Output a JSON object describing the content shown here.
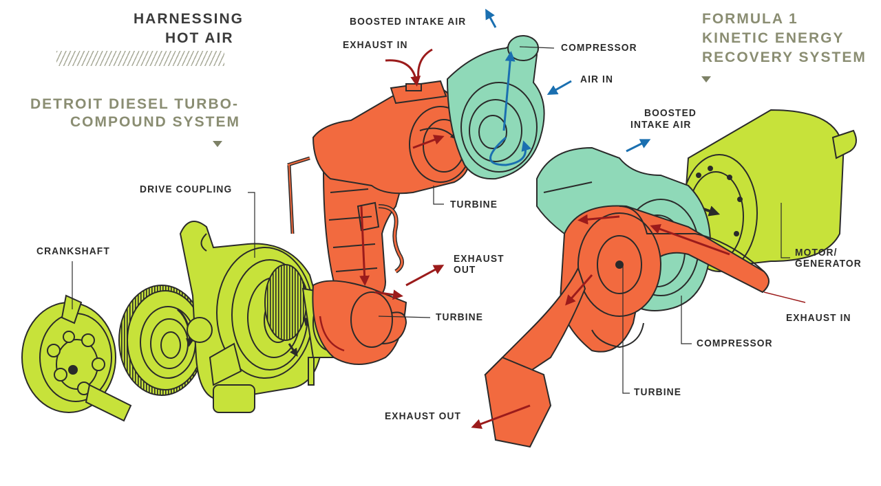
{
  "header": {
    "title_line1": "HARNESSING",
    "title_line2": "HOT AIR"
  },
  "left_system": {
    "title_line1": "DETROIT DIESEL TURBO-",
    "title_line2": "COMPOUND SYSTEM",
    "labels": {
      "boosted_intake_air": "BOOSTED INTAKE AIR",
      "exhaust_in": "EXHAUST IN",
      "compressor": "COMPRESSOR",
      "air_in": "AIR IN",
      "turbine_upper": "TURBINE",
      "drive_coupling": "DRIVE COUPLING",
      "crankshaft": "CRANKSHAFT",
      "exhaust_out_line1": "EXHAUST",
      "exhaust_out_line2": "OUT",
      "turbine_lower": "TURBINE"
    }
  },
  "right_system": {
    "title_line1": "FORMULA 1",
    "title_line2": "KINETIC ENERGY",
    "title_line3": "RECOVERY SYSTEM",
    "labels": {
      "boosted_intake_air_line1": "BOOSTED",
      "boosted_intake_air_line2": "INTAKE AIR",
      "motor_generator_line1": "MOTOR/",
      "motor_generator_line2": "GENERATOR",
      "exhaust_in": "EXHAUST IN",
      "compressor": "COMPRESSOR",
      "turbine": "TURBINE",
      "exhaust_out": "EXHAUST OUT"
    }
  },
  "colors": {
    "turbine_orange": "#f26a3f",
    "compressor_teal": "#8fd9b8",
    "engine_lime": "#c7e23a",
    "outline": "#2a2a2a",
    "exhaust_arrow": "#9b1b1b",
    "air_arrow": "#1a6fb0",
    "title_olive": "#8a8d72"
  }
}
